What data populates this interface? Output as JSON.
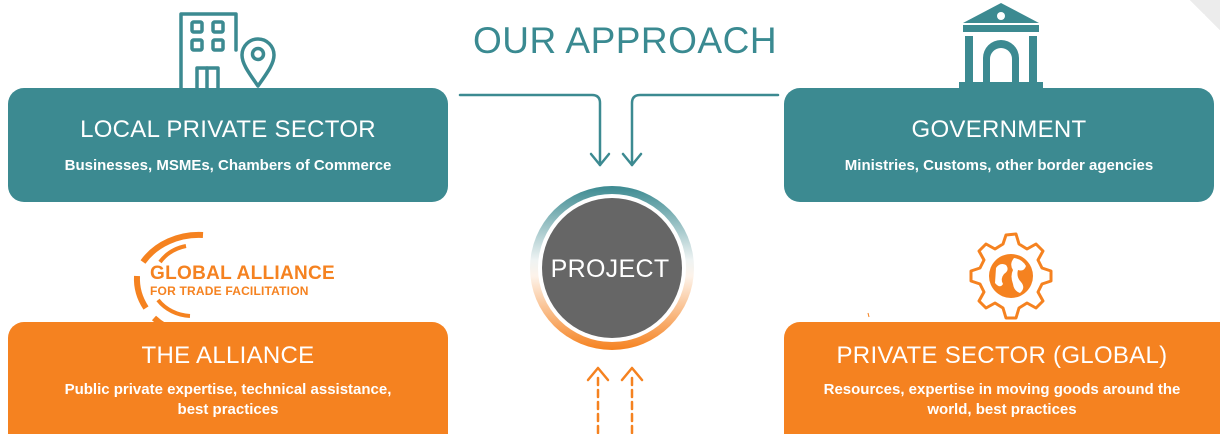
{
  "title": "OUR APPROACH",
  "center": {
    "label": "PROJECT"
  },
  "boxes": {
    "local": {
      "heading": "LOCAL PRIVATE SECTOR",
      "sub": "Businesses, MSMEs, Chambers of Commerce"
    },
    "government": {
      "heading": "GOVERNMENT",
      "sub": "Ministries, Customs, other border agencies"
    },
    "alliance": {
      "heading": "THE ALLIANCE",
      "sub": "Public private expertise, technical assistance, best practices"
    },
    "global": {
      "heading": "PRIVATE SECTOR (GLOBAL)",
      "sub": "Resources, expertise in moving goods around the world, best practices"
    }
  },
  "logo": {
    "line1": "GLOBAL ALLIANCE",
    "line2": "FOR TRADE FACILITATION"
  },
  "colors": {
    "teal": "#3c8a91",
    "orange": "#f58220",
    "project": "#666666"
  },
  "icons": [
    "building-location-icon",
    "government-building-icon",
    "globe-gear-icon",
    "alliance-logo"
  ]
}
